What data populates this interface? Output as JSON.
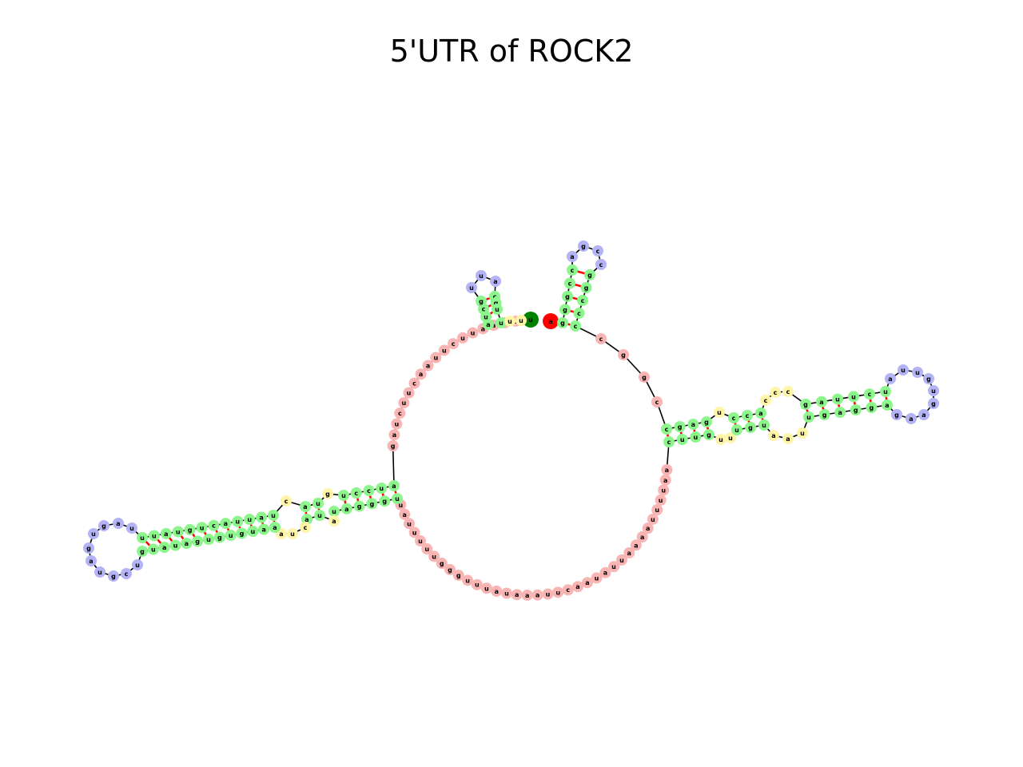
{
  "title": "5'UTR of ROCK2",
  "legend": {
    "unpaired_exterior": "#f9b4b4",
    "hairpin_loop": "#b3b3f5",
    "stem": "#8cf58c",
    "internal_loop": "#fff5a8",
    "five_prime_end": "#008000",
    "three_prime_end": "#ff0000",
    "backbone": "#000000",
    "base_pair": "#ff0000"
  },
  "ends": {
    "five_prime": "u",
    "three_prime": "a"
  },
  "left_small_hairpin": {
    "strand_up": "aucg",
    "loop": "uua",
    "strand_down": "cgu",
    "flank": "uu"
  },
  "right_small_hairpin": {
    "strand_up": "gggcc",
    "loop": "agcc",
    "strand_down": "ggccc",
    "linker": "cggc"
  },
  "right_arm": {
    "outer_stem_top": "cgag",
    "internal_top": "ua",
    "mid_stem_top": "cca",
    "big_loop_top": "ccc",
    "outer_stem2_top": "gauucu",
    "hairpin_loop": "auugu",
    "outer_stem2_bottom": "ugagga",
    "big_loop_bottom": "aauu",
    "mid_stem_bottom": "ugu",
    "internal_bottom": "uu",
    "outer_stem_bottom": "cuug"
  },
  "left_arm": {
    "stem1_top": "auccu",
    "stem1_bottom": "ugggau",
    "internal_top": "g",
    "internal_bottom": "a",
    "stem2_top": "ua",
    "stem2_bottom": "ua",
    "loop_top": "c",
    "loop_bottom": "cuaa",
    "stem3_top": "uauuacuguauu",
    "stem3_bottom": "aaugugugauaug",
    "hairpin_loop": "uagugaugcu"
  },
  "exterior_loop_left": "ucaauucuuaacuucuag",
  "exterior_loop_bottom": "uauuuuuggguuuauaaauucaauauuaaaauuuuaa"
}
